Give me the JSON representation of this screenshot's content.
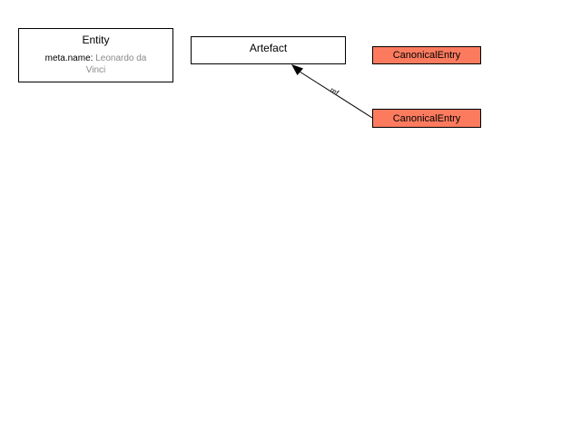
{
  "entity": {
    "title": "Entity",
    "attr_key": "meta.name:",
    "attr_value": "Leonardo da Vinci"
  },
  "artefact": {
    "title": "Artefact"
  },
  "canonical_entries": [
    {
      "title": "CanonicalEntry"
    },
    {
      "title": "CanonicalEntry"
    }
  ],
  "edge": {
    "label": "ref"
  },
  "colors": {
    "canonical_fill": "#fc7b5f",
    "border": "#000000",
    "attr_value": "#8a8a8a"
  }
}
